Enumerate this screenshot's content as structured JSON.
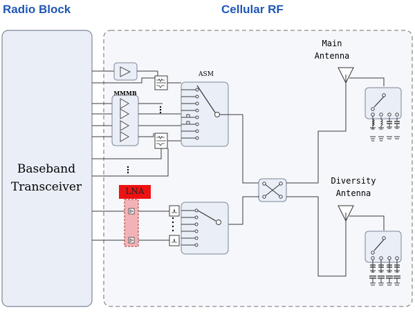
{
  "headers": {
    "radio_block": "Radio Block",
    "cellular_rf": "Cellular RF"
  },
  "baseband": {
    "line1": "Baseband",
    "line2": "Transceiver"
  },
  "labels": {
    "asm": "ASM",
    "mmmb": "MMMB",
    "lna": "LNA",
    "main_antenna_1": "Main",
    "main_antenna_2": "Antenna",
    "diversity_antenna_1": "Diversity",
    "diversity_antenna_2": "Antenna",
    "ellipsis": "⋮"
  },
  "colors": {
    "header_blue": "#1f57b6",
    "block_fill": "#e9eef7",
    "block_stroke": "#7c8596",
    "lna_red": "#ee1111",
    "lna_pink": "#f2b3b6",
    "dashed": "#8a8a8a",
    "wire": "#3a3a3a"
  },
  "icons": {
    "pa": "amplifier-triangle-icon",
    "duplexer": "duplexer-filter-icon",
    "saw": "saw-filter-icon",
    "antenna": "antenna-icon",
    "switch": "rf-switch-icon",
    "crossover": "crossover-switch-icon",
    "tuner": "antenna-tuner-icon",
    "capacitor": "capacitor-icon",
    "inductor": "inductor-icon",
    "ground": "ground-icon"
  }
}
